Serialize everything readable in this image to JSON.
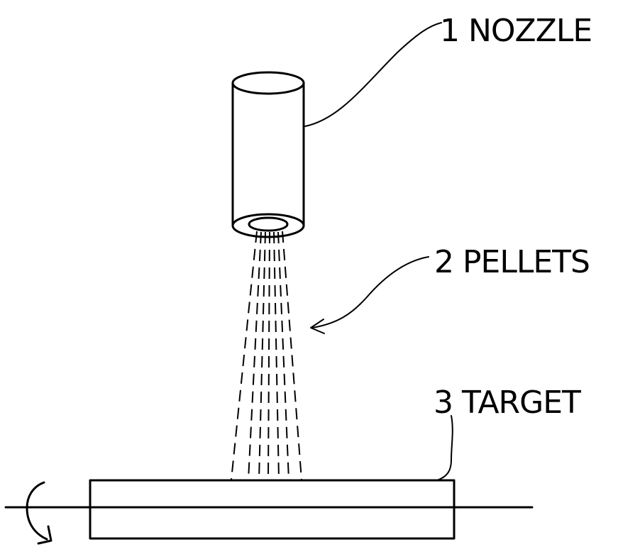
{
  "labels": {
    "nozzle": "1 NOZZLE",
    "pellets": "2 PELLETS",
    "target": "3 TARGET"
  },
  "colors": {
    "line": "#000000",
    "background": "#ffffff"
  }
}
